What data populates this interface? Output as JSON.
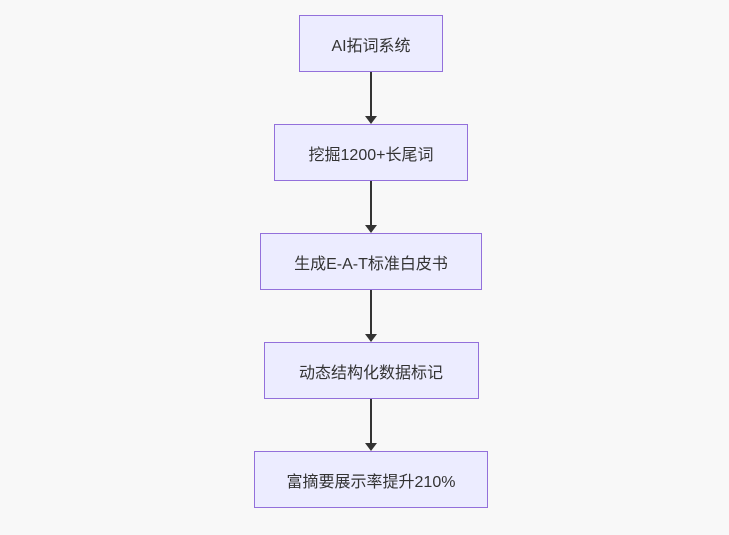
{
  "diagram": {
    "type": "flowchart",
    "direction": "top-down",
    "colors": {
      "background": "#f8f8f8",
      "node_fill": "#ECECFF",
      "node_border": "#9370DB",
      "node_text": "#333333",
      "arrow": "#333333"
    },
    "nodes": [
      {
        "label": "AI拓词系统"
      },
      {
        "label": "挖掘1200+长尾词"
      },
      {
        "label": "生成E-A-T标准白皮书"
      },
      {
        "label": "动态结构化数据标记"
      },
      {
        "label": "富摘要展示率提升210%"
      }
    ],
    "edges": [
      {
        "from": 0,
        "to": 1
      },
      {
        "from": 1,
        "to": 2
      },
      {
        "from": 2,
        "to": 3
      },
      {
        "from": 3,
        "to": 4
      }
    ]
  }
}
